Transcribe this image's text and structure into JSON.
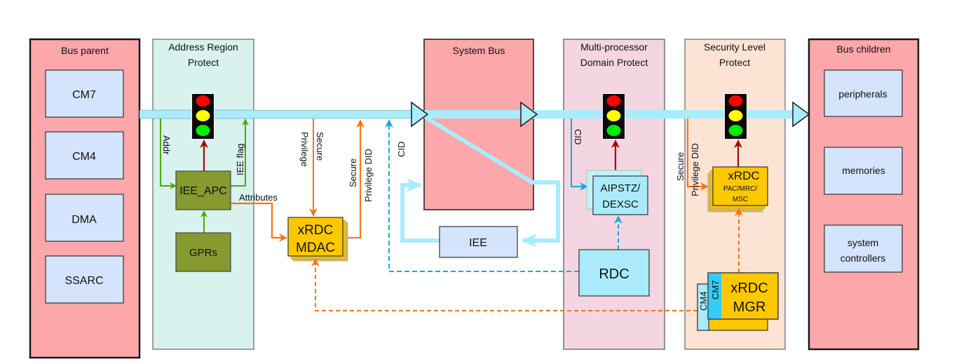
{
  "diagram": {
    "type": "bus security architecture",
    "colors": {
      "bus": "#a9ecfb",
      "bus_group": "#fca7aa",
      "module_box": "#d3e4fc",
      "arp_region": "#d8f2ee",
      "mdp_region": "#f3d6e1",
      "slp_region": "#fde3d4",
      "olive_box": "#869a30",
      "xrdc_box": "#fec801",
      "rdc_box": "#aaebfb",
      "green_line": "#4aa90a",
      "orange_line": "#f97316",
      "cyan_dash": "#1aa8d8",
      "dark_red": "#a30a0a"
    },
    "groups": {
      "bus_parent": {
        "title": "Bus parent",
        "items": [
          "CM7",
          "CM4",
          "DMA",
          "SSARC"
        ]
      },
      "address_region": {
        "title_line1": "Address Region",
        "title_line2": "Protect"
      },
      "system_bus": {
        "title": "System Bus"
      },
      "multiprocessor": {
        "title_line1": "Multi-processor",
        "title_line2": "Domain Protect"
      },
      "security_level": {
        "title_line1": "Security Level",
        "title_line2": "Protect"
      },
      "bus_children": {
        "title": "Bus children",
        "items": [
          {
            "line1": "peripherals",
            "line2": ""
          },
          {
            "line1": "memories",
            "line2": ""
          },
          {
            "line1": "system",
            "line2": "controllers"
          }
        ]
      }
    },
    "blocks": {
      "iee_apc": "IEE_APC",
      "gprs": "GPRs",
      "xrdc_mdac_line1": "xRDC",
      "xrdc_mdac_line2": "MDAC",
      "iee": "IEE",
      "aipstz_line1": "AIPSTZ/",
      "aipstz_line2": "DEXSC",
      "rdc": "RDC",
      "xrdc_pac_line1": "xRDC",
      "xrdc_pac_line2": "PAC/MRC/",
      "xrdc_pac_line3": "MSC",
      "xrdc_mgr_line1": "xRDC",
      "xrdc_mgr_line2": "MGR",
      "mgr_tab_cm7": "CM7",
      "mgr_tab_cm4": "CM4"
    },
    "labels": {
      "addr": "Addr",
      "iee_flag": "IEE flag",
      "attributes": "Attributes",
      "secure_privilege_1": "Secure",
      "secure_privilege_2": "Privilege",
      "secure_did_1": "Secure",
      "secure_did_2": "Privilege DID",
      "cid_sysbus": "CID",
      "cid_mdp": "CID",
      "secure_did_slp_1": "Secure",
      "secure_did_slp_2": "Privilege DID"
    },
    "traffic_lights": [
      "address-region",
      "multi-processor",
      "security-level"
    ]
  }
}
